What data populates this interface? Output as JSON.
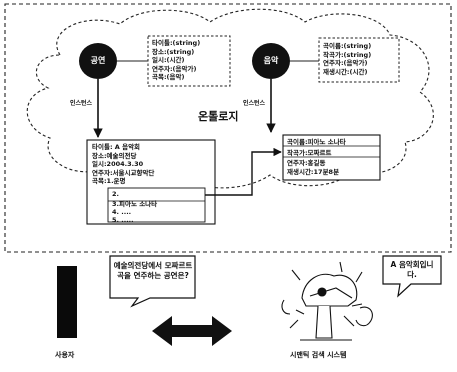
{
  "diagram": {
    "ontology_label": "온톨로지",
    "concepts": [
      {
        "id": "performance",
        "name": "공연",
        "attributes": [
          "타이틀:(string)",
          "장소:(string)",
          "일시:(시간)",
          "연주자:(음악가)",
          "곡목:(음악)"
        ]
      },
      {
        "id": "music",
        "name": "음악",
        "attributes": [
          "곡이름:(string)",
          "작곡가:(string)",
          "연주자:(음악가)",
          "재생시간:(시간)"
        ]
      }
    ],
    "instance_edges": [
      {
        "from": "performance",
        "label": "인스턴스"
      },
      {
        "from": "music",
        "label": "인스턴스"
      }
    ],
    "performance_instance": {
      "lines": [
        "타이틀: A 음악회",
        "장소:예술의전당",
        "일시:2004.3.30",
        "연주자:서울시교향악단",
        "곡목:1.운명"
      ],
      "sub_items": [
        "2.",
        "3.피아노 소나타",
        "4. ....",
        "5. ....."
      ]
    },
    "music_instance": {
      "lines": [
        "곡이름:피아노 소나타",
        "작곡가:모짜르트",
        "연주자:홍길동",
        "재생시간:17분8분"
      ]
    },
    "user_bubble": "예술의전당에서 모짜르트 곡을 연주하는 공연은?",
    "system_bubble": "A 음악회입니다.",
    "user_label": "사용자",
    "system_label": "시맨틱 검색 시스템"
  }
}
